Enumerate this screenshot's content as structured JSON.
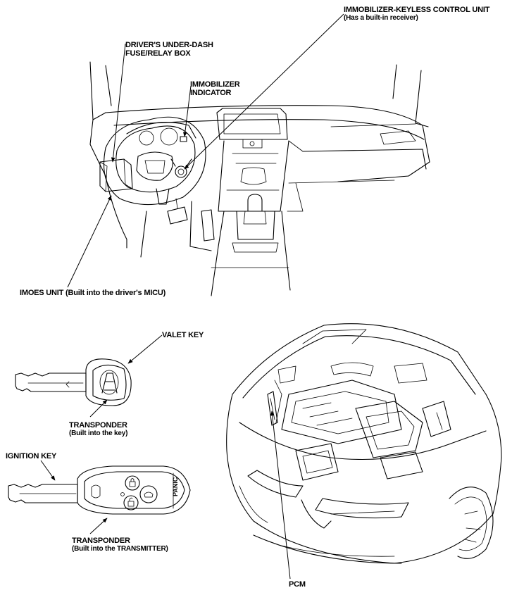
{
  "labels": {
    "keyless_unit": "IMMOBILIZER-KEYLESS CONTROL UNIT",
    "keyless_unit_note": "(Has a built-in receiver)",
    "fuse_box_line1": "DRIVER'S UNDER-DASH",
    "fuse_box_line2": "FUSE/RELAY BOX",
    "indicator_line1": "IMMOBILIZER",
    "indicator_line2": "INDICATOR",
    "imoes_unit": "IMOES UNIT (Built into the driver's MICU)",
    "valet_key": "VALET KEY",
    "transponder_key_line1": "TRANSPONDER",
    "transponder_key_line2": "(Built into the key)",
    "ignition_key": "IGNITION KEY",
    "transponder_tx_line1": "TRANSPONDER",
    "transponder_tx_line2": "(Built into the TRANSMITTER)",
    "pcm": "PCM",
    "panic_button": "PANIC"
  },
  "icons": [
    "acura-logo-icon",
    "lock-icon",
    "unlock-icon",
    "trunk-icon"
  ]
}
